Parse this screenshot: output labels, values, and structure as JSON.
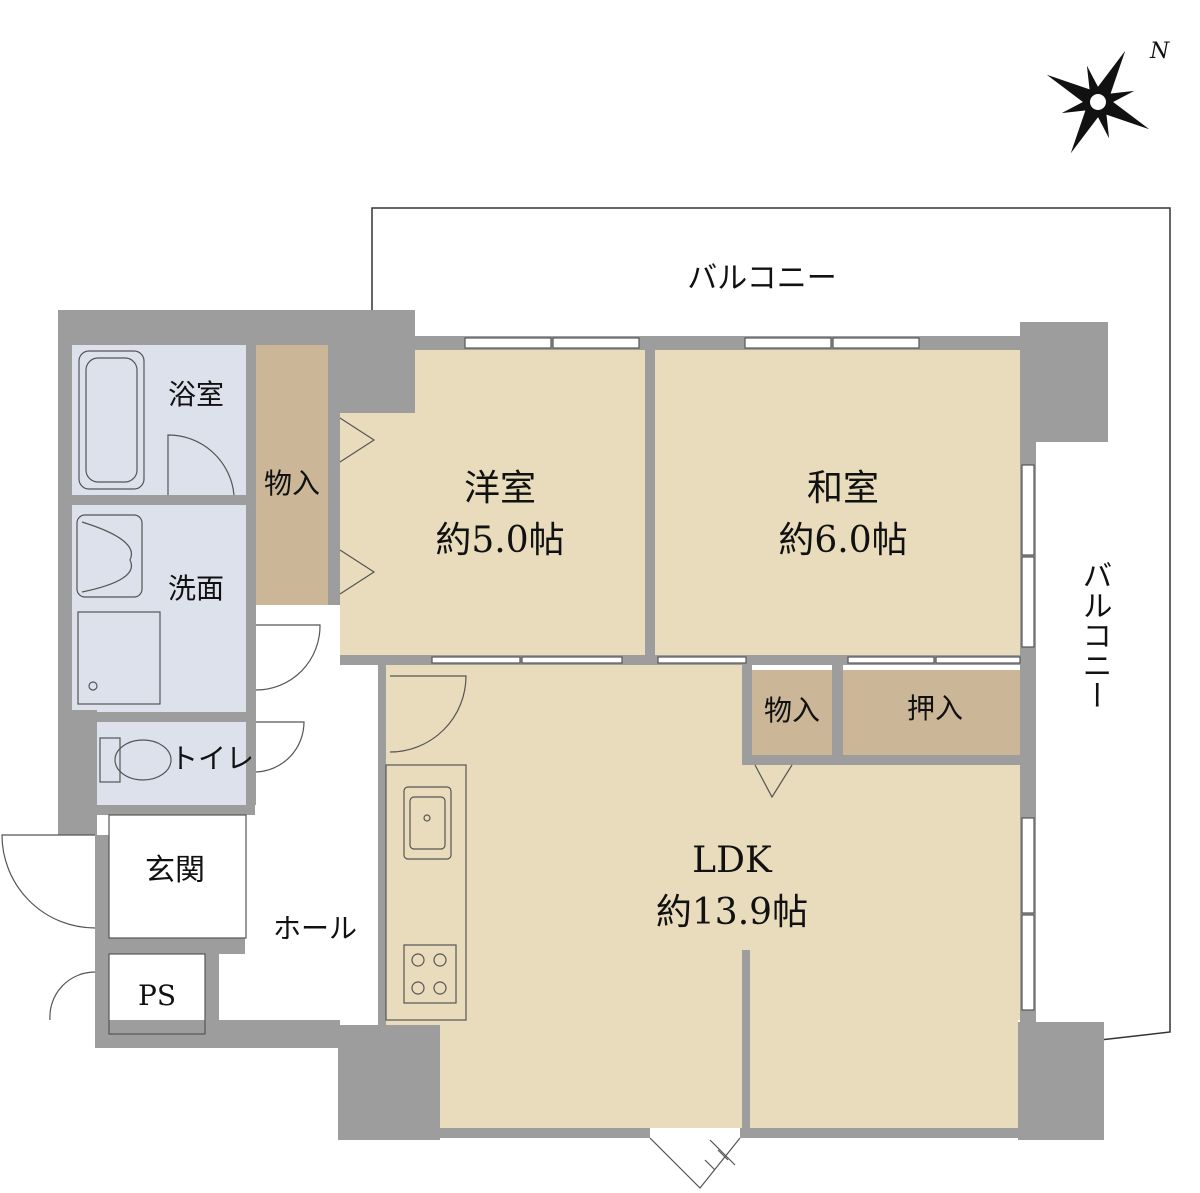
{
  "compass": {
    "north_label": "N"
  },
  "rooms": {
    "balcony_top": "バルコニー",
    "balcony_right": "バルコニー",
    "bath": "浴室",
    "storage_left": "物入",
    "washroom": "洗面",
    "toilet": "トイレ",
    "entrance": "玄関",
    "hall": "ホール",
    "ps": "PS",
    "western_room": {
      "name": "洋室",
      "size": "約5.0帖"
    },
    "japanese_room": {
      "name": "和室",
      "size": "約6.0帖"
    },
    "storage_mid": "物入",
    "closet": "押入",
    "ldk": {
      "name": "LDK",
      "size": "約13.9帖"
    }
  },
  "colors": {
    "floor": "#e8dcbc",
    "storage": "#cbb698",
    "wet": "#dde1ec",
    "wall": "#9d9d9d"
  }
}
